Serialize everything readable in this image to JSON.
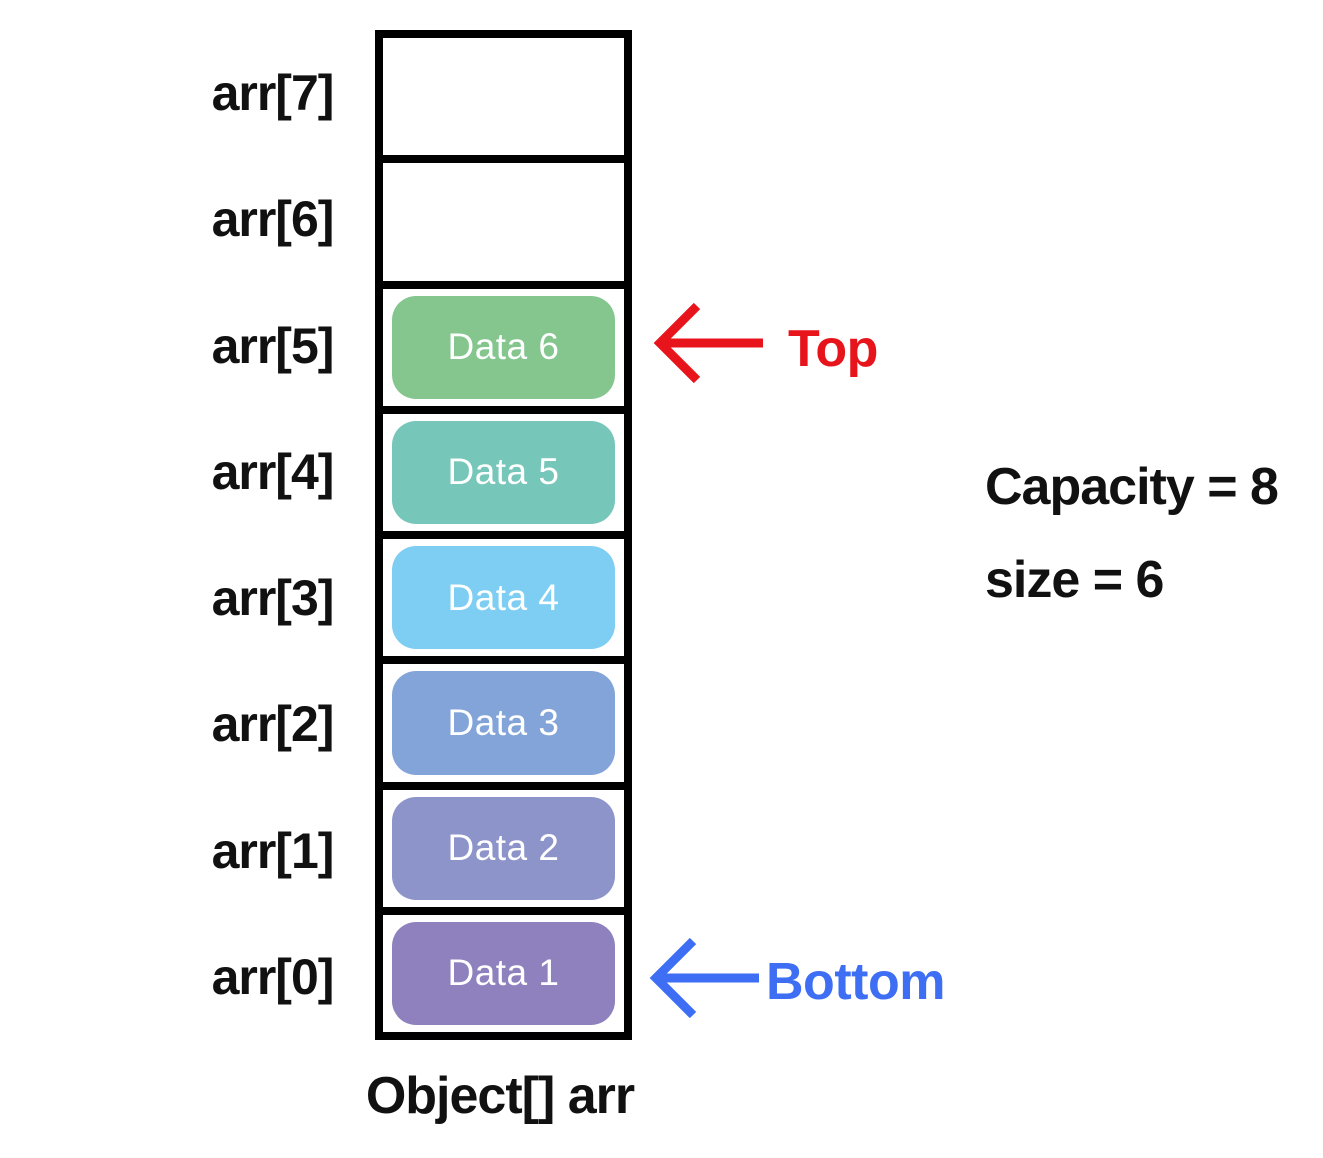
{
  "diagram": {
    "array_name_label": "Object[] arr",
    "stats": {
      "capacity": "Capacity = 8",
      "size": "size = 6"
    },
    "pointers": {
      "top": {
        "label": "Top",
        "color": "#e8141c"
      },
      "bottom": {
        "label": "Bottom",
        "color": "#3e6ef3"
      }
    },
    "cells": [
      {
        "index_label": "arr[7]",
        "value": null,
        "color": null
      },
      {
        "index_label": "arr[6]",
        "value": null,
        "color": null
      },
      {
        "index_label": "arr[5]",
        "value": "Data 6",
        "color": "#84c68e"
      },
      {
        "index_label": "arr[4]",
        "value": "Data 5",
        "color": "#76c6b9"
      },
      {
        "index_label": "arr[3]",
        "value": "Data 4",
        "color": "#7ecdf2"
      },
      {
        "index_label": "arr[2]",
        "value": "Data 3",
        "color": "#83a4d8"
      },
      {
        "index_label": "arr[1]",
        "value": "Data 2",
        "color": "#8c94ca"
      },
      {
        "index_label": "arr[0]",
        "value": "Data 1",
        "color": "#8f80be"
      }
    ]
  }
}
